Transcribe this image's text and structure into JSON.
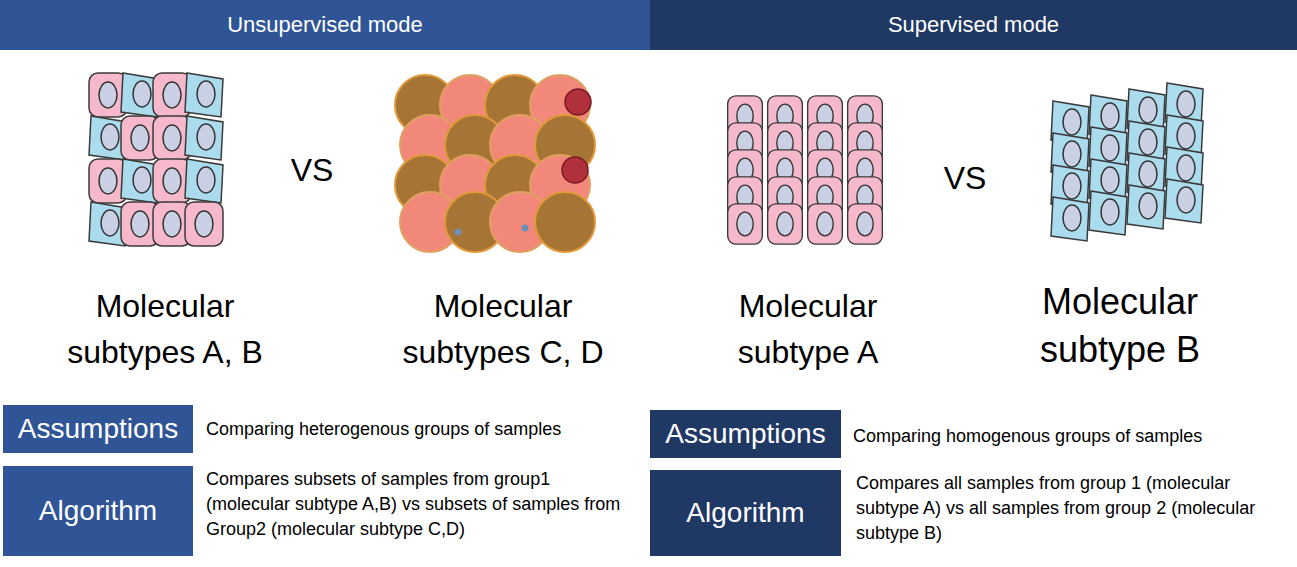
{
  "diagram": {
    "nodes": [
      {
        "text": [
          "Unsupervised mode"
        ]
      },
      {
        "text": [
          "Supervised mode"
        ]
      },
      {
        "text": [
          "Assumptions"
        ]
      },
      {
        "text": [
          "Assumptions"
        ]
      },
      {
        "text": [
          "Algorithm"
        ]
      },
      {
        "text": [
          "Algorithm"
        ]
      }
    ],
    "labels": [
      "Molecular subtypes A, B",
      "VS",
      "Molecular subtypes C, D",
      "Molecular subtype A",
      "VS",
      "Molecular subtype B",
      "Comparing heterogenous groups of samples",
      "Compares subsets of samples from group1 (molecular subtype A,B) vs subsets of samples from Group2 (molecular subtype C,D)",
      "Comparing homogenous groups of samples",
      "Compares all samples from group 1 (molecular subtype A) vs all samples from group 2 (molecular subtype B)"
    ]
  }
}
